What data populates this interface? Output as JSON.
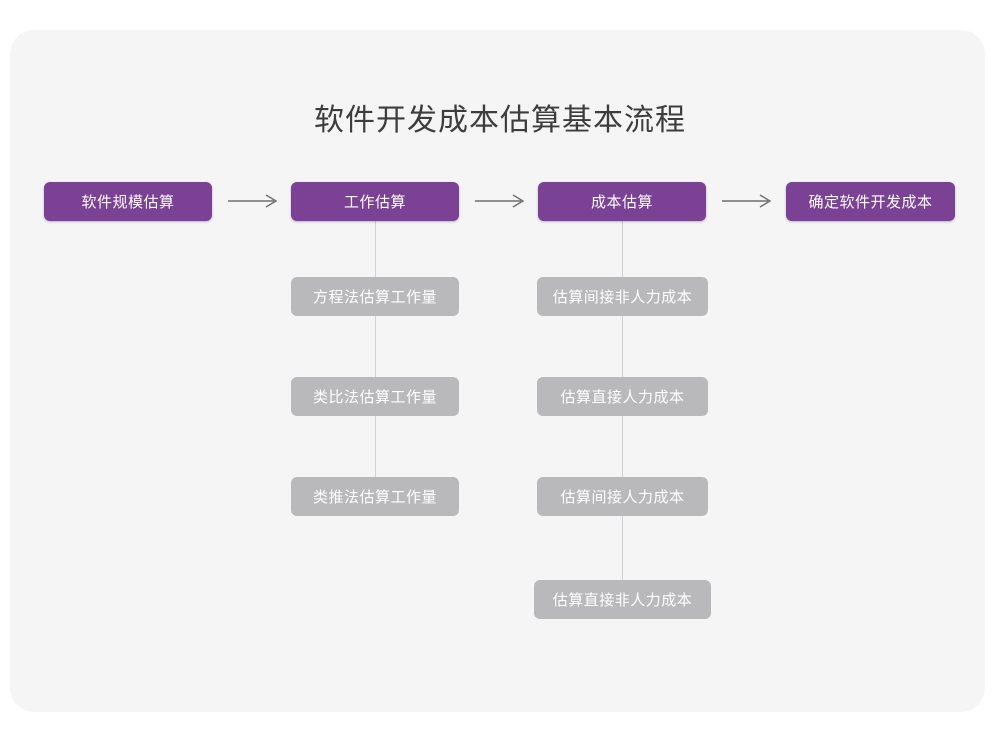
{
  "page": {
    "title": "软件开发成本估算基本流程",
    "colors": {
      "canvas_background": "#ffffff",
      "card_background": "#f5f5f6",
      "primary_node": "#7a4195",
      "sub_node": "#b9b9bb",
      "title_text": "#3d3d3d",
      "node_text": "#ffffff",
      "connector_line": "#d2d2d4",
      "arrow": "#6f6f6f"
    }
  },
  "flow": {
    "main_steps": [
      {
        "label": "软件规模估算"
      },
      {
        "label": "工作估算"
      },
      {
        "label": "成本估算"
      },
      {
        "label": "确定软件开发成本"
      }
    ],
    "arrows": [
      {
        "label": "arrow-step1-to-step2"
      },
      {
        "label": "arrow-step2-to-step3"
      },
      {
        "label": "arrow-step3-to-step4"
      }
    ],
    "effort_branch": {
      "parent": "工作估算",
      "items": [
        {
          "label": "方程法估算工作量"
        },
        {
          "label": "类比法估算工作量"
        },
        {
          "label": "类推法估算工作量"
        }
      ]
    },
    "cost_branch": {
      "parent": "成本估算",
      "items": [
        {
          "label": "估算间接非人力成本"
        },
        {
          "label": "估算直接人力成本"
        },
        {
          "label": "估算间接人力成本"
        },
        {
          "label": "估算直接非人力成本"
        }
      ]
    }
  }
}
